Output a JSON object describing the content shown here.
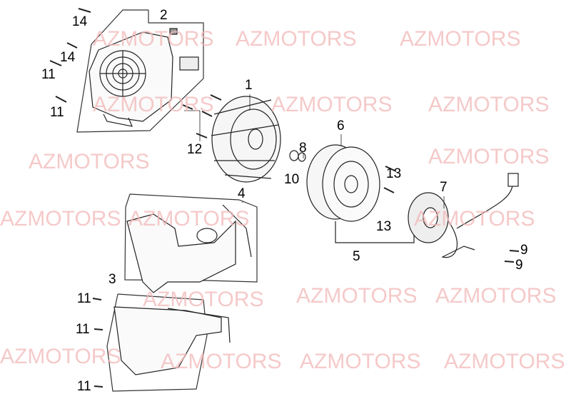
{
  "watermark": "AZMOTORS",
  "callouts": {
    "c1": "1",
    "c2": "2",
    "c3": "3",
    "c4": "4",
    "c5": "5",
    "c6": "6",
    "c7": "7",
    "c8": "8",
    "c9a": "9",
    "c9b": "9",
    "c10": "10",
    "c11a": "11",
    "c11b": "11",
    "c11c": "11",
    "c11d": "11",
    "c11e": "11",
    "c12": "12",
    "c13a": "13",
    "c13b": "13",
    "c14a": "14",
    "c14b": "14"
  },
  "colors": {
    "watermark": "#f2b8b8",
    "line": "#000000"
  }
}
